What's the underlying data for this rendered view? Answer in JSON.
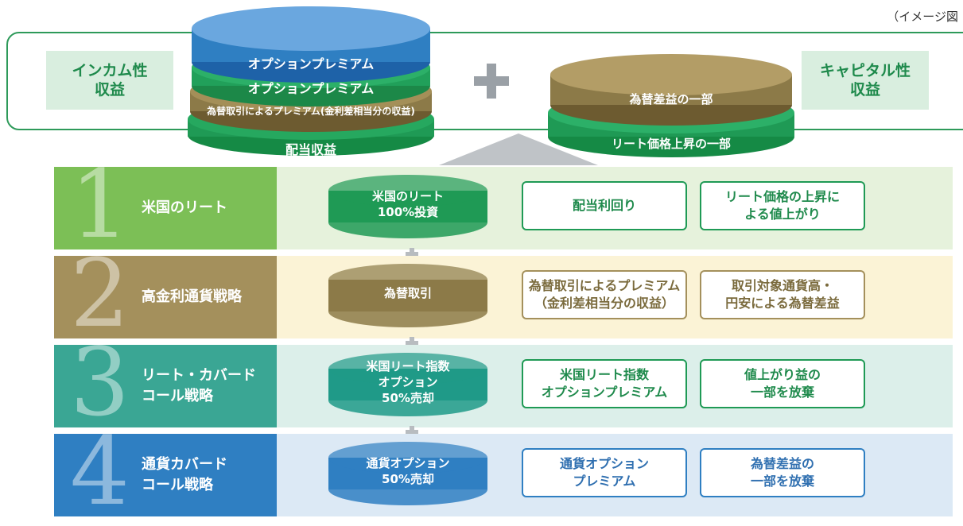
{
  "note": "（イメージ図",
  "top": {
    "income_label": "インカム性\n収益",
    "capital_label": "キャピタル性\n収益",
    "stack_left": [
      "オプションプレミアム",
      "オプションプレミアム",
      "為替取引によるプレミアム(金利差相当分の収益)",
      "配当収益"
    ],
    "stack_right": [
      "為替差益の一部",
      "リート価格上昇の一部"
    ]
  },
  "rows": [
    {
      "num": "1",
      "title": "米国のリート",
      "disk": "米国のリート\n100%投資",
      "box1": "配当利回り",
      "box2": "リート価格の上昇に\nよる値上がり",
      "colors": {
        "left": "#7cbf56",
        "bg": "#e6f2dc",
        "disk": "#1f9a55",
        "border": "#1f9a55",
        "text": "#1f8a4c"
      }
    },
    {
      "num": "2",
      "title": "高金利通貨戦略",
      "disk": "為替取引",
      "box1": "為替取引によるプレミアム\n（金利差相当分の収益）",
      "box2": "取引対象通貨高・\n円安による為替差益",
      "colors": {
        "left": "#a4905c",
        "bg": "#fbf3d6",
        "disk": "#8c7a48",
        "border": "#a4905c",
        "text": "#7a6a3c"
      }
    },
    {
      "num": "3",
      "title": "リート・カバード\nコール戦略",
      "disk": "米国リート指数\nオプション\n50%売却",
      "box1": "米国リート指数\nオプションプレミアム",
      "box2": "値上がり益の\n一部を放棄",
      "colors": {
        "left": "#3aa694",
        "bg": "#dcefea",
        "disk": "#1f9a88",
        "border": "#1f9a55",
        "text": "#1f8a4c"
      }
    },
    {
      "num": "4",
      "title": "通貨カバード\nコール戦略",
      "disk": "通貨オプション\n50%売却",
      "box1": "通貨オプション\nプレミアム",
      "box2": "為替差益の\n一部を放棄",
      "colors": {
        "left": "#2f7fc2",
        "bg": "#dce9f5",
        "disk": "#2f7fc2",
        "border": "#2f7fc2",
        "text": "#2f6fb0"
      }
    }
  ]
}
